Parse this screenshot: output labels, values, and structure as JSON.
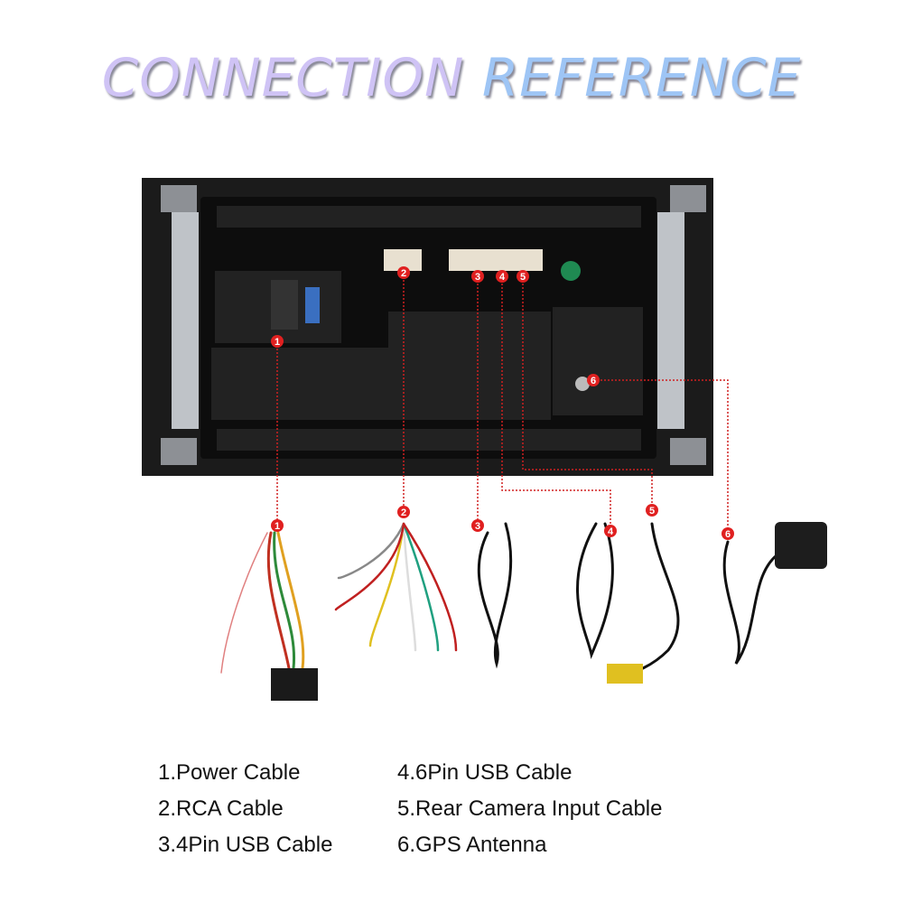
{
  "title": {
    "part1": "CONNECTION",
    "part2": "REFERENCE"
  },
  "markers": [
    "1",
    "2",
    "3",
    "4",
    "5",
    "6"
  ],
  "legend": {
    "col1": [
      "1.Power Cable",
      "2.RCA Cable",
      "3.4Pin USB Cable"
    ],
    "col2": [
      "4.6Pin USB Cable",
      "5.Rear Camera Input Cable",
      "6.GPS Antenna"
    ]
  },
  "colors": {
    "title1": "#cfc3f5",
    "title2": "#9ec5f5",
    "marker": "#e02020"
  }
}
